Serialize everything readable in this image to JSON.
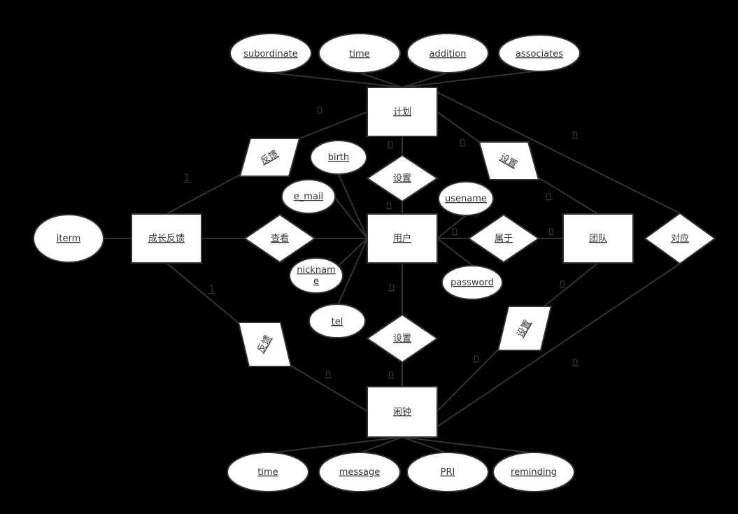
{
  "entities": {
    "plan": "计划",
    "user": "用户",
    "alarm": "闹钟",
    "growth_feedback": "成长反馈",
    "team": "团队"
  },
  "relationships": {
    "feedback_top": "反馈",
    "set_plan_user": "设置",
    "set_plan_team": "设置",
    "view": "查看",
    "belongs_to": "属于",
    "set_user_alarm": "设置",
    "feedback_bottom": "反馈",
    "set_alarm_team": "设置",
    "correspond": "对应"
  },
  "attributes": {
    "plan": [
      "subordinate",
      "time",
      "addition",
      "associates"
    ],
    "user": [
      "birth",
      "e_mail",
      "usename",
      "nickname",
      "tel",
      "password"
    ],
    "alarm": [
      "time",
      "message",
      "PRI",
      "reminding"
    ],
    "growth_feedback": [
      "iterm"
    ]
  },
  "cardinalities": {
    "plan_feedback": "n",
    "growth_feedback_top": "1",
    "plan_set_user_top": "n",
    "plan_set_user_bottom": "n",
    "plan_set_team_left": "n",
    "plan_set_team_right": "n",
    "plan_correspond": "n",
    "user_belongs": "n",
    "team_belongs": "n",
    "user_set_alarm_top": "n",
    "user_set_alarm_bottom": "n",
    "growth_feedback_bottom": "1",
    "alarm_feedback": "n",
    "team_set_alarm": "n",
    "alarm_set_team": "n",
    "alarm_correspond": "n"
  }
}
